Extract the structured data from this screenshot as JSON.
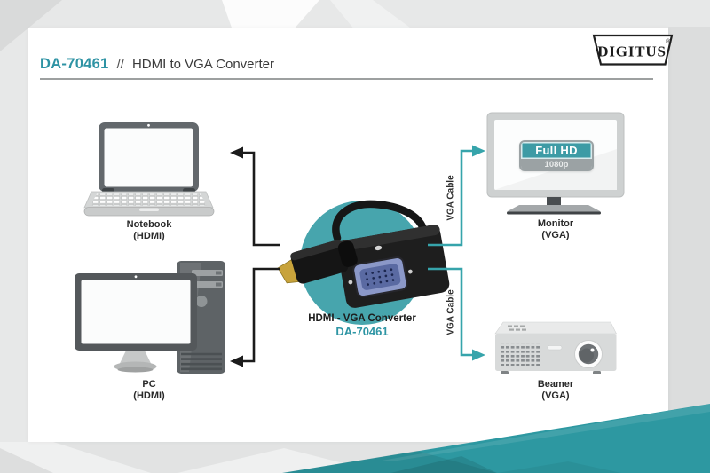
{
  "header": {
    "model": "DA-70461",
    "separator": "//",
    "title": "HDMI to VGA Converter"
  },
  "brand": {
    "name": "DIGITUS",
    "registered": "®"
  },
  "diagram": {
    "sources": [
      {
        "name": "Notebook",
        "port": "(HDMI)"
      },
      {
        "name": "PC",
        "port": "(HDMI)"
      }
    ],
    "converter": {
      "title": "HDMI - VGA Converter",
      "model": "DA-70461"
    },
    "outputs": [
      {
        "name": "Monitor",
        "port": "(VGA)",
        "cable": "VGA Cable"
      },
      {
        "name": "Beamer",
        "port": "(VGA)",
        "cable": "VGA Cable"
      }
    ],
    "monitor_badge": {
      "top": "Full HD",
      "bottom": "1080p"
    }
  },
  "icons": [
    "notebook-icon",
    "pc-icon",
    "converter-photo",
    "monitor-icon",
    "beamer-icon"
  ],
  "colors": {
    "accent_teal_wedge": "#2D98A1",
    "cable_line_teal": "#36A4AB",
    "converter_circle_teal": "#47A5AD",
    "badge_teal": "#3D9BA5",
    "arrow_black": "#1B1B1B",
    "model_text_teal": "#2E93A4",
    "background_gray": "#E7E8E8"
  }
}
